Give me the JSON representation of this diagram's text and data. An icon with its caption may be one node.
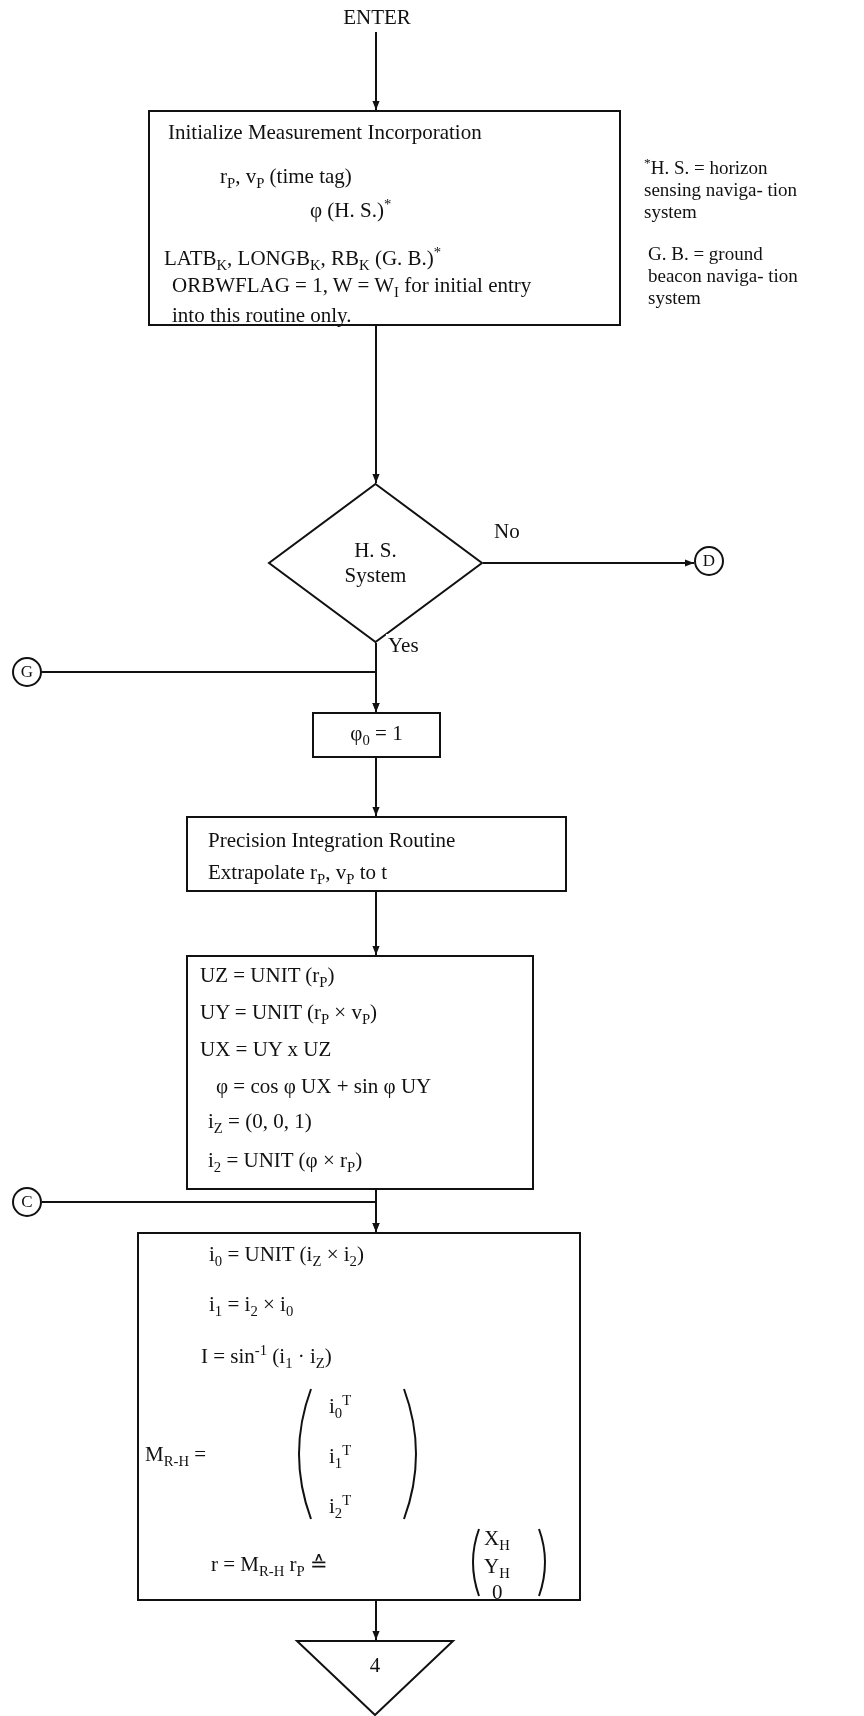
{
  "diagram": {
    "nodes": [
      {
        "text": [
          "ENTER"
        ]
      },
      {
        "text": [
          "Initialize Measurement Incorporation",
          "r$_{P}$, v$_{P}$ (time tag)",
          "φ (H. S.)$^{*}$",
          "LATB$_{K}$, LONGB$_{K}$, RB$_{K}$ (G. B.)$^{*}$",
          "ORBWFLAG = 1, W = W$_{I}$ for initial entry into this routine only."
        ]
      },
      {
        "text": [
          "H. S. System"
        ]
      },
      {
        "text": [
          "D"
        ]
      },
      {
        "text": [
          "G"
        ]
      },
      {
        "text": [
          "φ$_{0}$ = 1"
        ]
      },
      {
        "text": [
          "Precision Integration Routine",
          "Extrapolate r$_{P}$, v$_{P}$ to t"
        ]
      },
      {
        "text": [
          "UZ = UNIT (r$_{P}$)",
          "UY = UNIT (r$_{P}$ × v$_{P}$)",
          "UX = UY x UZ",
          "φ = cos φ UX + sin φ UY",
          "i$_{Z}$ = (0, 0, 1)",
          "i$_{2}$ = UNIT (φ × r$_{P}$)"
        ]
      },
      {
        "text": [
          "C"
        ]
      },
      {
        "text": [
          "i$_{0}$ = UNIT (i$_{Z}$ × i$_{2}$)",
          "i$_{1}$ = i$_{2}$ × i$_{0}$",
          "I = sin$^{-1}$ (i$_{1}$ · i$_{Z}$)",
          "M$_{R-H}$ =",
          "i$_{0}$$^{T}$",
          "i$_{1}$$^{T}$",
          "i$_{2}$$^{T}$",
          "r = M$_{R-H}$ r$_{P}$ ≙",
          "X$_{H}$",
          "Y$_{H}$",
          "0"
        ]
      },
      {
        "text": [
          "4"
        ]
      }
    ],
    "edges": [
      {
        "from": 0,
        "to": 1,
        "arrow": "to"
      },
      {
        "from": 1,
        "to": 2,
        "arrow": "to"
      },
      {
        "from": 2,
        "to": 3,
        "label": "No",
        "arrow": "to"
      },
      {
        "from": 2,
        "to": 5,
        "label": "Yes",
        "arrow": "to"
      },
      {
        "from": 4,
        "to": 5,
        "arrow": "to"
      },
      {
        "from": 5,
        "to": 6,
        "arrow": "to"
      },
      {
        "from": 6,
        "to": 7,
        "arrow": "to"
      },
      {
        "from": 7,
        "to": 9,
        "arrow": "to"
      },
      {
        "from": 8,
        "to": 9,
        "arrow": "to"
      },
      {
        "from": 9,
        "to": 10,
        "arrow": "to"
      }
    ],
    "labels": [
      "$^{*}$H. S. = horizon sensing naviga- tion system",
      "G. B. = ground beacon naviga- tion system"
    ]
  }
}
